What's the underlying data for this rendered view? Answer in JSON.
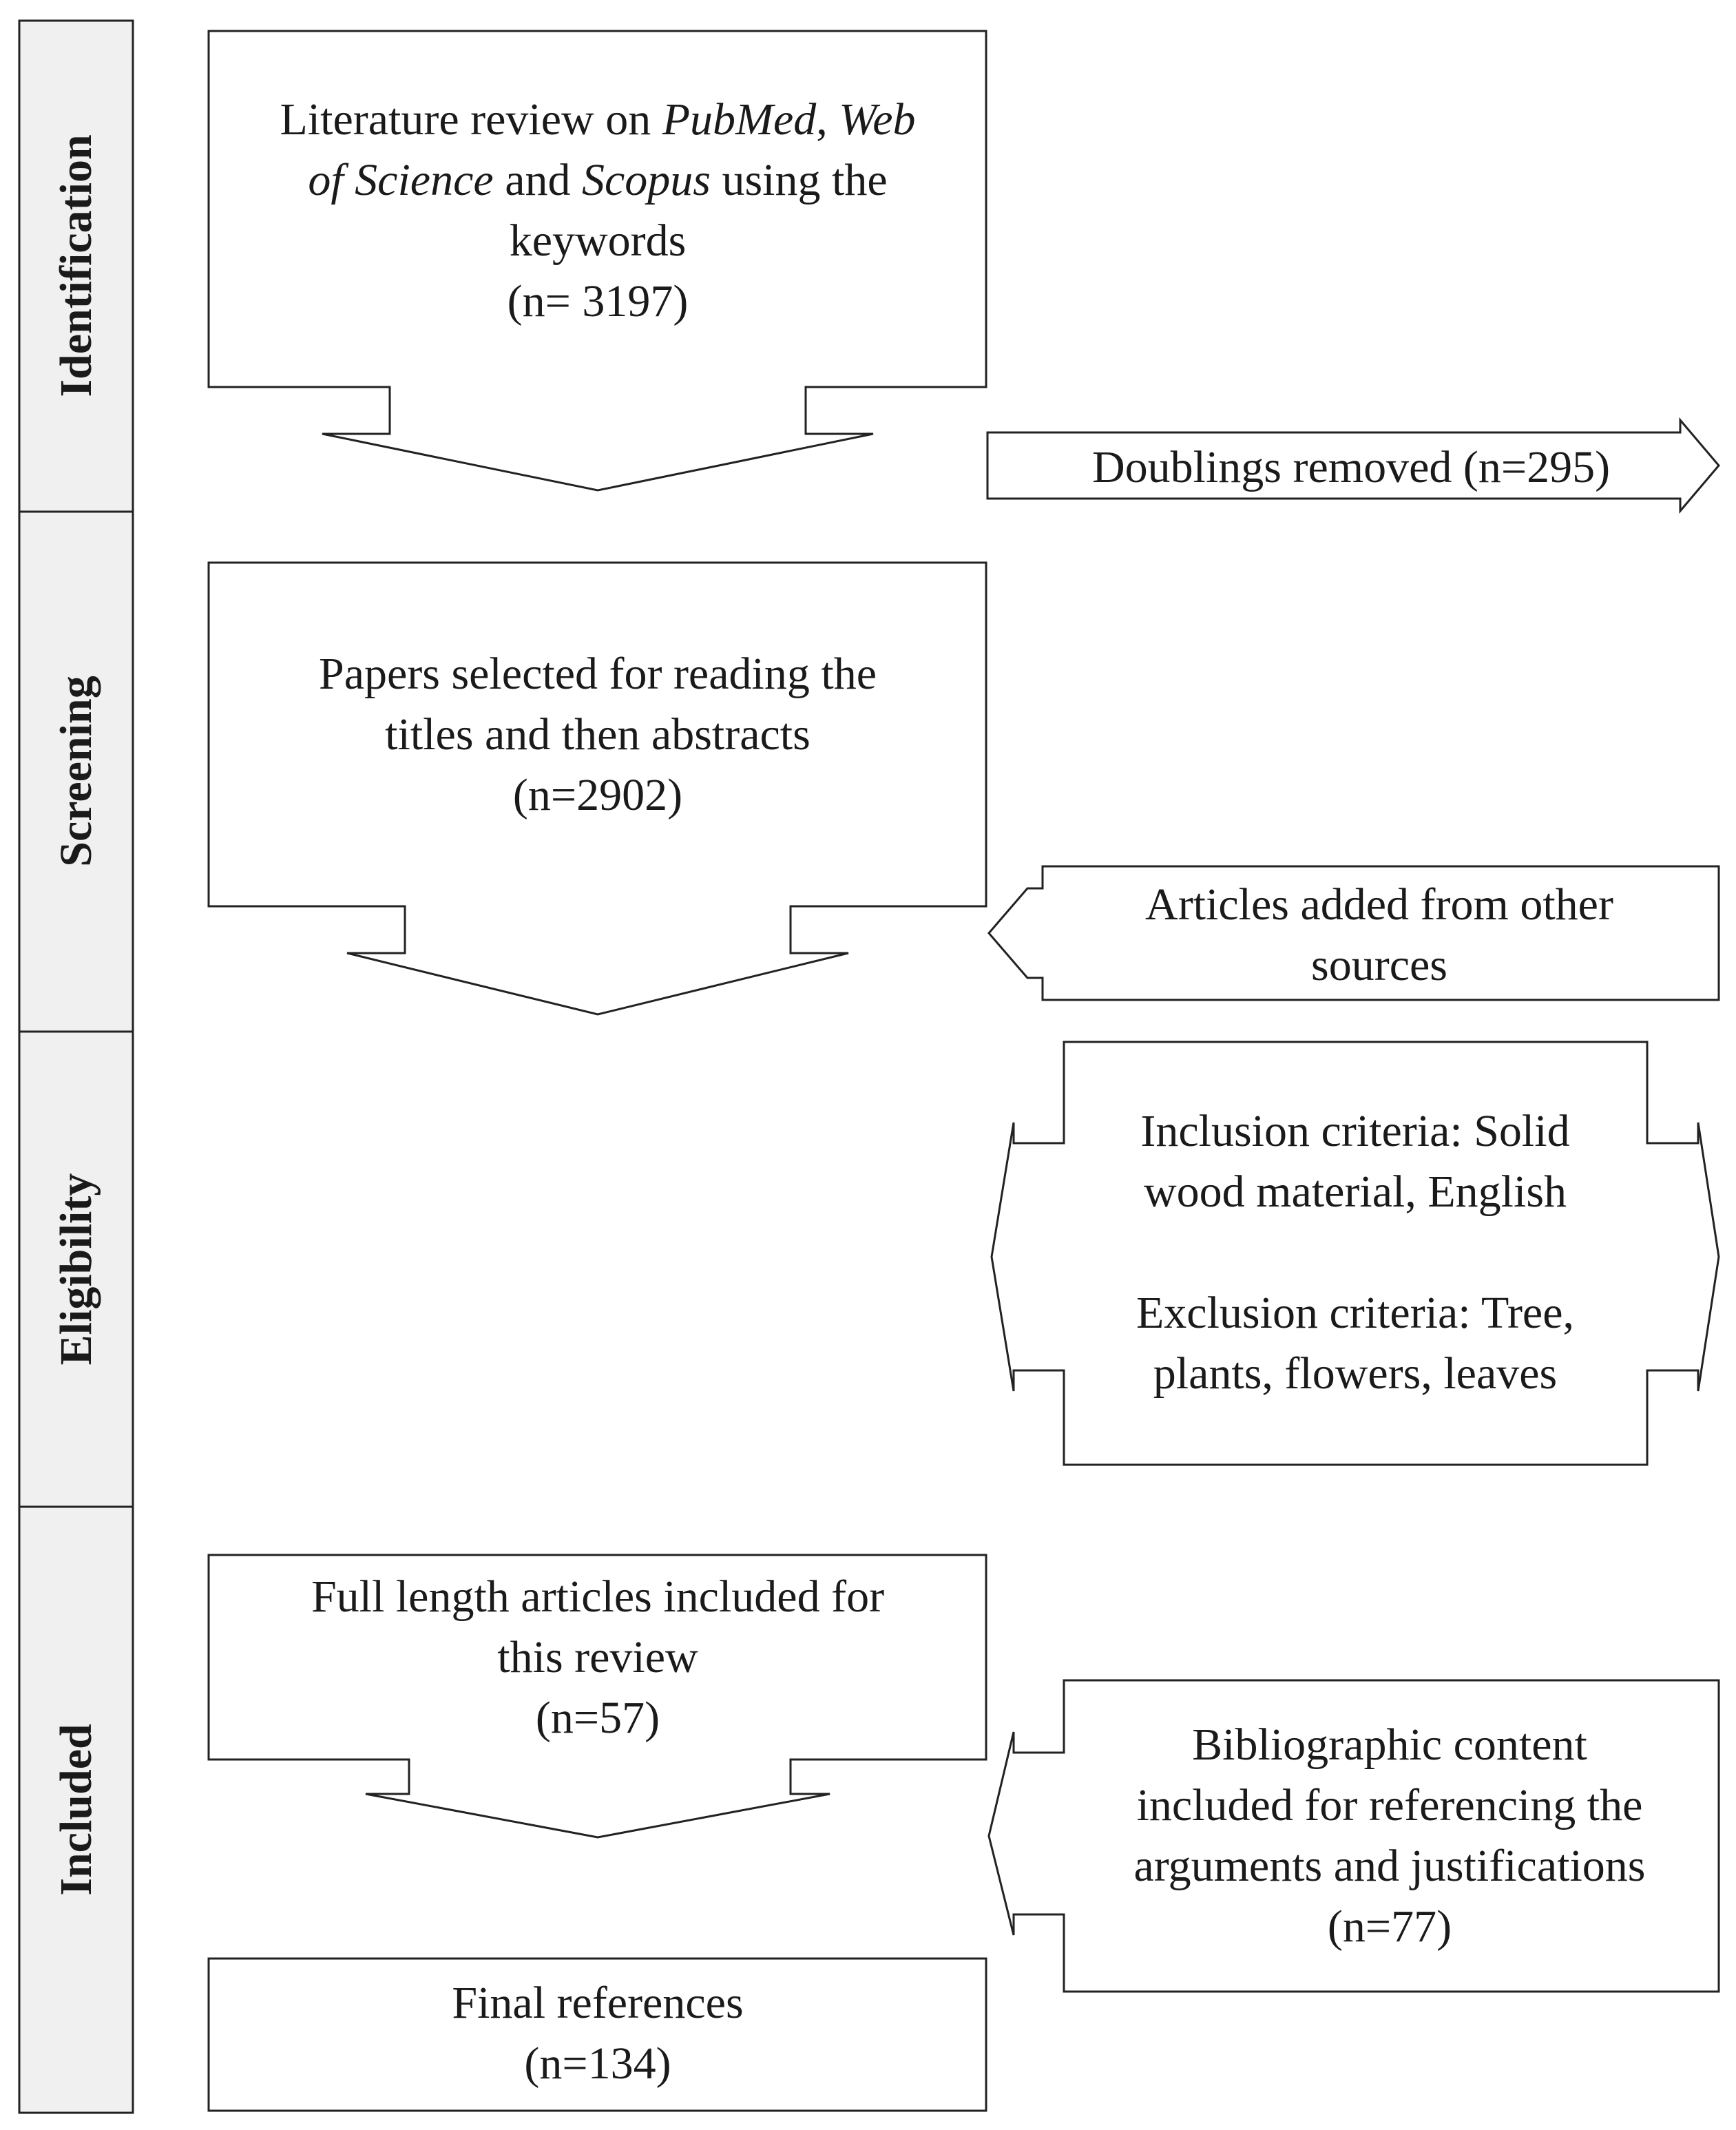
{
  "stages": {
    "identification": "Identification",
    "screening": "Screening",
    "eligibility": "Eligibility",
    "included": "Included"
  },
  "boxes": {
    "literature": {
      "line1_a": "Literature review on ",
      "line1_b": "PubMed",
      "line1_c": ", ",
      "line1_d": "Web",
      "line2_a": "of Science",
      "line2_b": " and ",
      "line2_c": "Scopus",
      "line2_d": " using the",
      "line3": "keywords",
      "count": "(n= 3197)"
    },
    "doublings": {
      "text": "Doublings removed (n=295)"
    },
    "papers_selected": {
      "line1": "Papers selected for reading the",
      "line2": "titles and then abstracts",
      "count": "(n=2902)"
    },
    "articles_added": {
      "line1": "Articles added from other",
      "line2": "sources"
    },
    "criteria": {
      "inclusion_line1": "Inclusion criteria: Solid",
      "inclusion_line2": "wood material, English",
      "exclusion_line1": "Exclusion criteria: Tree,",
      "exclusion_line2": "plants, flowers, leaves"
    },
    "full_length": {
      "line1": "Full length articles included for",
      "line2": "this review",
      "count": "(n=57)"
    },
    "bibliographic": {
      "line1": "Bibliographic content",
      "line2": "included for referencing the",
      "line3": "arguments and justifications",
      "count": "(n=77)"
    },
    "final": {
      "line1": "Final references",
      "count": "(n=134)"
    }
  }
}
